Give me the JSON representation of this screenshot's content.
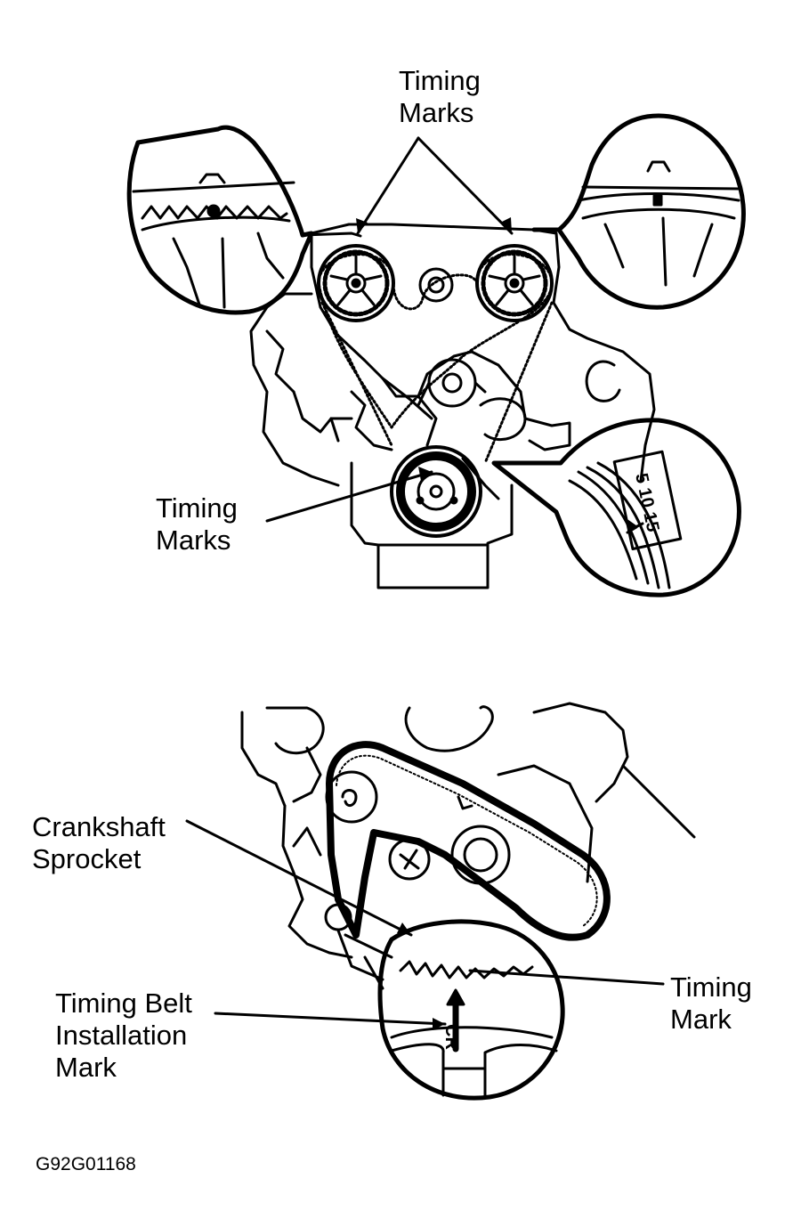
{
  "labels": {
    "top_timing_marks": [
      "Timing",
      "Marks"
    ],
    "crank_timing_marks": [
      "Timing",
      "Marks"
    ],
    "crankshaft_sprocket": [
      "Crankshaft",
      "Sprocket"
    ],
    "timing_belt_installation_mark": [
      "Timing Belt",
      "Installation",
      "Mark"
    ],
    "timing_mark": [
      "Timing",
      "Mark"
    ]
  },
  "inset_text": {
    "pulley_scale": "5 10 15",
    "cr_mark": "CR"
  },
  "figure_code": "G92G01168",
  "colors": {
    "ink": "#000000",
    "paper": "#ffffff"
  }
}
